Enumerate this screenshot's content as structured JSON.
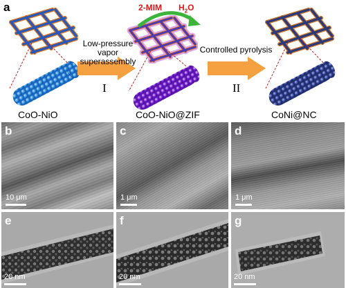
{
  "top": {
    "panel_letter": "a",
    "step1_label_line1": "Low-pressure",
    "step1_label_line2": "vapor superassembly",
    "step1_roman": "I",
    "step2_label": "Controlled pyrolysis",
    "step2_roman": "II",
    "reagent_in": "2-MIM",
    "reagent_out": "H",
    "reagent_out_sub": "2",
    "reagent_out_tail": "O",
    "material_1": "CoO-NiO",
    "material_2": "CoO-NiO@ZIF",
    "material_3": "CoNi@NC",
    "colors": {
      "material_1": "#2f8fe0",
      "material_2": "#7a1fd8",
      "material_3": "#34449a",
      "arrow": "#f5a142",
      "reagent": "#e01818",
      "green_arrow": "#3cb43c"
    }
  },
  "sem": [
    {
      "letter": "b",
      "scale": "10 μm"
    },
    {
      "letter": "c",
      "scale": "1 μm"
    },
    {
      "letter": "d",
      "scale": "1 μm"
    }
  ],
  "tem": [
    {
      "letter": "e",
      "scale": "20 nm"
    },
    {
      "letter": "f",
      "scale": "20 nm"
    },
    {
      "letter": "g",
      "scale": "20 nm"
    }
  ]
}
